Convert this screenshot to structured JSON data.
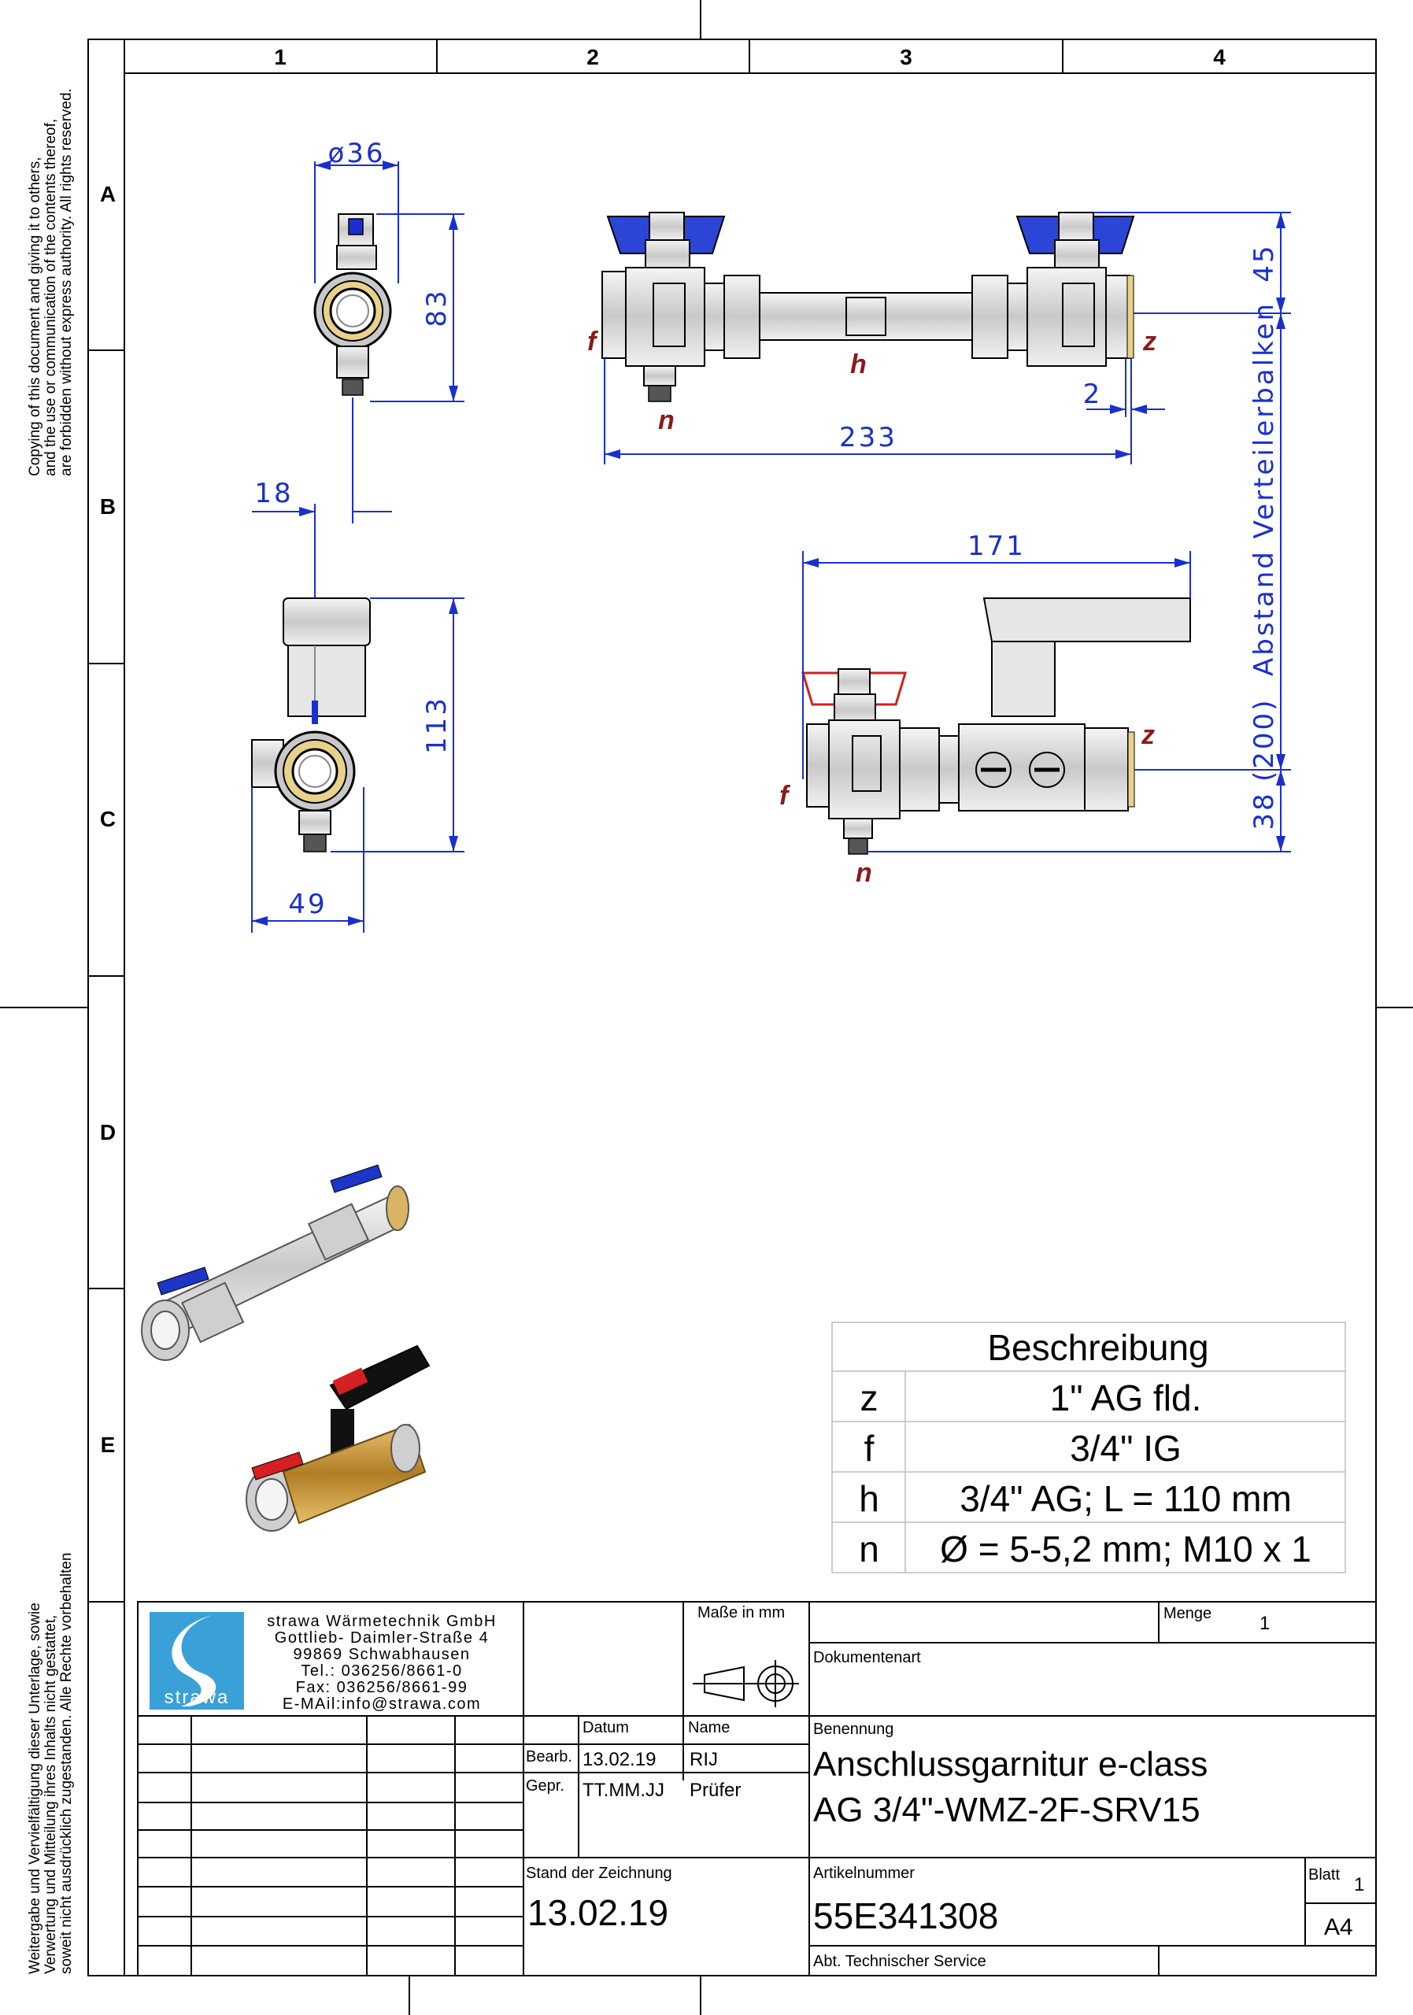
{
  "frame": {
    "columns": [
      "1",
      "2",
      "3",
      "4"
    ],
    "rows": [
      "A",
      "B",
      "C",
      "D",
      "E"
    ],
    "copyright_right": [
      "Copying of this document and giving it to others,",
      "and the use or communication of the contents thereof,",
      "are forbidden without express authority. All rights reserved."
    ],
    "copyright_left": [
      "Weitergabe und Vervielfältigung dieser Unterlage, sowie",
      "Verwertung und Mitteilung ihres Inhalts nicht gestattet,",
      "soweit nicht ausdrücklich zugestanden. Alle Rechte vorbehalten"
    ]
  },
  "dimensions": {
    "d36": "ø36",
    "d83": "83",
    "d18": "18",
    "d113": "113",
    "d49": "49",
    "d233": "233",
    "d2": "2",
    "d45": "45",
    "d171": "171",
    "d38": "38",
    "abstand": "(200)  Abstand Verteilerbalken"
  },
  "labels": {
    "f": "f",
    "z": "z",
    "h": "h",
    "n": "n"
  },
  "description_table": {
    "header": "Beschreibung",
    "rows": [
      {
        "key": "z",
        "value": "1\" AG fld."
      },
      {
        "key": "f",
        "value": "3/4\" IG"
      },
      {
        "key": "h",
        "value": "3/4\" AG; L = 110 mm"
      },
      {
        "key": "n",
        "value": "Ø = 5-5,2 mm; M10 x 1"
      }
    ]
  },
  "title_block": {
    "company_lines": [
      "strawa Wärmetechnik GmbH",
      "Gottlieb- Daimler-Straße 4",
      "99869 Schwabhausen",
      "Tel.: 036256/8661-0",
      "Fax: 036256/8661-99",
      "E-MAil:info@strawa.com"
    ],
    "logo_text": "strawa",
    "masse_label": "Maße in mm",
    "menge_label": "Menge",
    "menge_value": "1",
    "dokumentenart_label": "Dokumentenart",
    "datum_label": "Datum",
    "name_label": "Name",
    "benennung_label": "Benennung",
    "bearb_label": "Bearb.",
    "bearb_date": "13.02.19",
    "bearb_name": "RIJ",
    "gepr_label": "Gepr.",
    "gepr_date": "TT.MM.JJ",
    "gepr_name": "Prüfer",
    "benennung_line1": "Anschlussgarnitur e-class",
    "benennung_line2": "AG 3/4\"-WMZ-2F-SRV15",
    "stand_label": "Stand der Zeichnung",
    "stand_value": "13.02.19",
    "artikel_label": "Artikelnummer",
    "artikel_value": "55E341308",
    "blatt_label": "Blatt",
    "blatt_value": "1",
    "format_value": "A4",
    "abteilung": "Abt. Technischer Service"
  },
  "colors": {
    "dimension": "#1a2fd0",
    "label": "#8b1a1a",
    "logo": "#3aa0d8"
  }
}
